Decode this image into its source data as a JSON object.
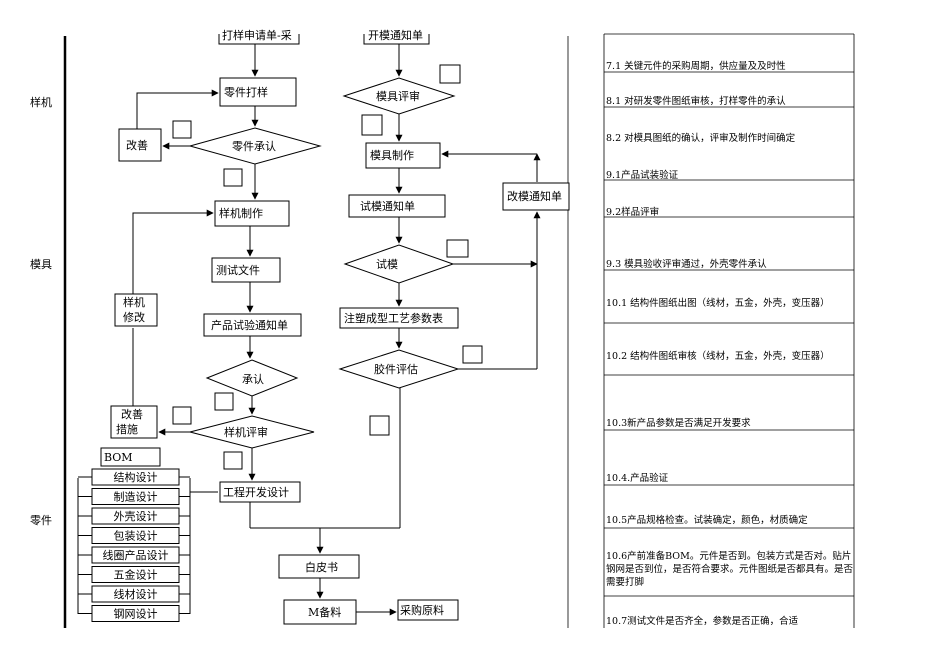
{
  "phases": {
    "sample": "样机",
    "mold": "模具",
    "parts": "零件"
  },
  "flow": {
    "sample_request": "打样申请单-采",
    "parts_sampling": "零件打样",
    "improve": "改善",
    "parts_approval": "零件承认",
    "prototype_making": "样机制作",
    "test_doc": "测试文件",
    "product_trial_notice": "产品试验通知单",
    "approval": "承认",
    "prototype_modify_1": "样机",
    "prototype_modify_2": "修改",
    "improve_measures_1": "改善",
    "improve_measures_2": "措施",
    "prototype_review": "样机评审",
    "engineering_dev_design": "工程开发设计",
    "white_paper": "白皮书",
    "m_stock": "M备料",
    "purchase_material": "采购原料",
    "mold_notice": "开模通知单",
    "mold_review": "模具评审",
    "mold_making": "模具制作",
    "mold_change_notice": "改模通知单",
    "trial_mold_notice": "试模通知单",
    "trial_mold": "试模",
    "injection_params": "注塑成型工艺参数表",
    "plastic_eval": "胶件评估"
  },
  "bom": {
    "title": "BOM",
    "items": [
      "结构设计",
      "制造设计",
      "外壳设计",
      "包装设计",
      "线圈产品设计",
      "五金设计",
      "线材设计",
      "钢网设计"
    ]
  },
  "notes": [
    "7.1 关键元件的采购周期，供应量及及时性",
    "8.1 对研发零件图纸审核，打样零件的承认",
    "8.2 对模具图纸的确认，评审及制作时间确定",
    "9.1产品试装验证",
    "9.2样品评审",
    "9.3 模具验收评审通过，外壳零件承认",
    "10.1 结构件图纸出图（线材，五金，外壳，变压器）",
    "10.2 结构件图纸审核（线材，五金，外壳，变压器）",
    "10.3新产品参数是否满足开发要求",
    "10.4.产品验证",
    "10.5产品规格检查。试装确定，颜色，材质确定",
    "10.6产前准备BOM。元件是否到。包装方式是否对。贴片钢网是否到位，是否符合要求。元件图纸是否都具有。是否需要打脚",
    "10.7测试文件是否齐全，参数是否正确，合适"
  ]
}
